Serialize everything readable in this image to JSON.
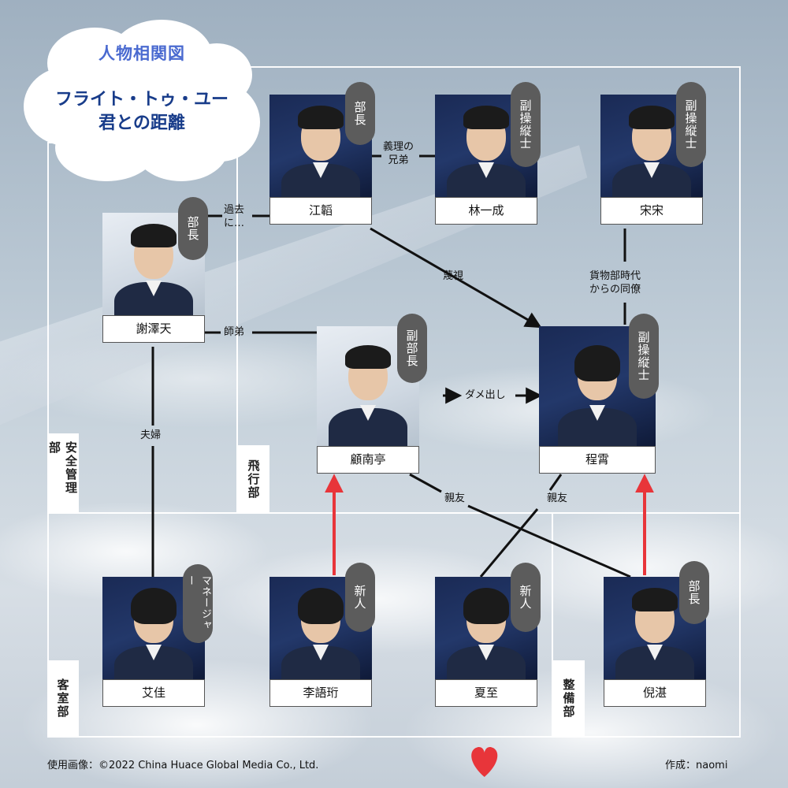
{
  "title": {
    "line1": "人物相関図",
    "line2a": "フライト・トゥ・ユー",
    "line2b": "君との距離"
  },
  "sections": {
    "safety": "安全管理部",
    "flight": "飛行部",
    "cabin": "客室部",
    "maintenance": "整備部"
  },
  "characters": [
    {
      "key": "jiang",
      "name": "江韜",
      "role": "部長"
    },
    {
      "key": "lin",
      "name": "林一成",
      "role": "副操縦士"
    },
    {
      "key": "song",
      "name": "宋宋",
      "role": "副操縦士"
    },
    {
      "key": "xie",
      "name": "謝澤天",
      "role": "部長"
    },
    {
      "key": "gu",
      "name": "顧南亭",
      "role": "副部長"
    },
    {
      "key": "cheng",
      "name": "程霄",
      "role": "副操縦士"
    },
    {
      "key": "ai",
      "name": "艾佳",
      "role": "マネージャー"
    },
    {
      "key": "li",
      "name": "李語珩",
      "role": "新人"
    },
    {
      "key": "xia",
      "name": "夏至",
      "role": "新人"
    },
    {
      "key": "ni",
      "name": "倪湛",
      "role": "部長"
    }
  ],
  "relations": {
    "inlaw_a": "義理の",
    "inlaw_b": "兄弟",
    "past_a": "過去",
    "past_b": "に…",
    "contempt": "蔑視",
    "colleague_a": "貨物部時代",
    "colleague_b": "からの同僚",
    "junior": "師弟",
    "criticism": "ダメ出し",
    "couple": "夫婦",
    "bestfriend_1": "親友",
    "bestfriend_2": "親友"
  },
  "footer": {
    "credit": "使用画像：©2022 China Huace Global Media Co., Ltd.",
    "author": "作成：naomi"
  },
  "colors": {
    "title_light": "#4a6ad0",
    "title_dark": "#183c8a",
    "role_badge": "#5c5c5c",
    "love_line": "#e8353a"
  }
}
